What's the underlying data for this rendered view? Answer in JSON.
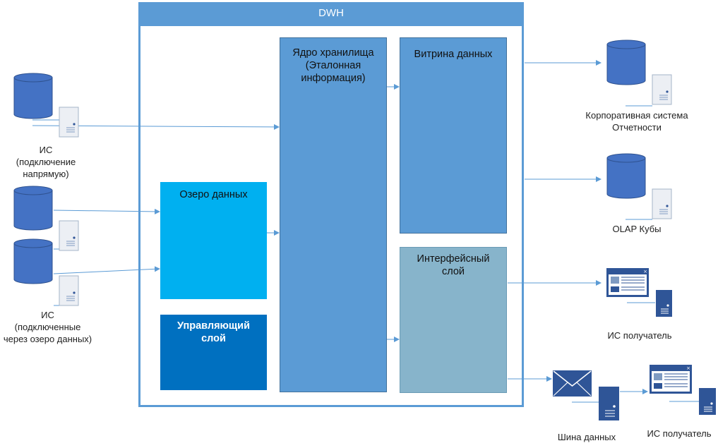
{
  "dwh": {
    "title": "DWH"
  },
  "blocks": {
    "core": "Ядро хранилища\n(Эталонная\nинформация)",
    "mart": "Витрина данных",
    "lake": "Озеро данных",
    "control": "Управляющий\nслой",
    "interface": "Интерфейсный\nслой"
  },
  "sources": {
    "direct": "ИС\n(подключение\nнапрямую)",
    "via_lake": "ИС\n(подключенные\nчерез озеро данных)"
  },
  "targets": {
    "reporting": "Корпоративная система\nОтчетности",
    "olap": "OLAP Кубы",
    "receiver_1": "ИС получатель",
    "bus": "Шина данных",
    "receiver_2": "ИС получатель"
  },
  "colors": {
    "dwh_header": "#5B9BD5",
    "dwh_border": "#5B9BD5",
    "core": "#5B9BD5",
    "mart": "#5B9BD5",
    "lake": "#00B0F0",
    "control": "#0070C0",
    "interface": "#87B4CB",
    "db": "#4472C4",
    "arrow": "#5B9BD5"
  },
  "icons": {
    "database": "database-cylinder-icon",
    "server": "server-tower-icon",
    "window": "application-window-icon",
    "envelope": "envelope-icon"
  }
}
